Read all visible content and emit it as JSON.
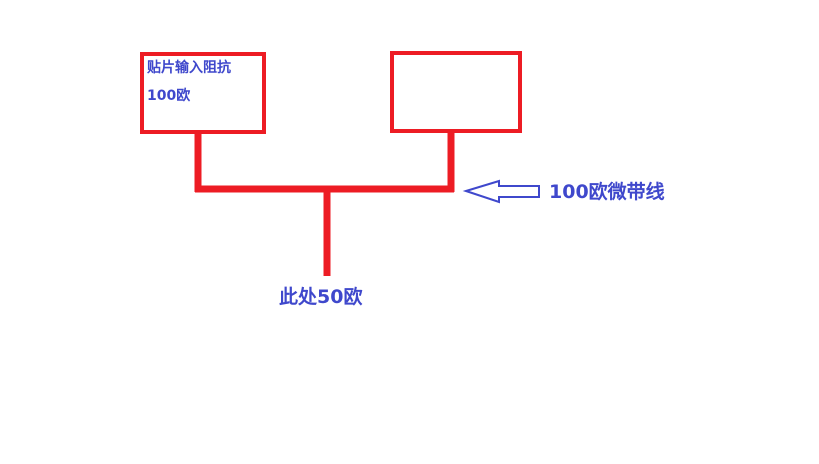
{
  "diagram": {
    "pad_left": {
      "line1": "贴片输入阻抗",
      "line2": "100欧"
    },
    "microstrip_label": "100欧微带线",
    "stub_label": "此处50欧"
  },
  "colors": {
    "line_red": "#ed1c24",
    "text_blue": "#3f48cc",
    "background": "#ffffff"
  }
}
